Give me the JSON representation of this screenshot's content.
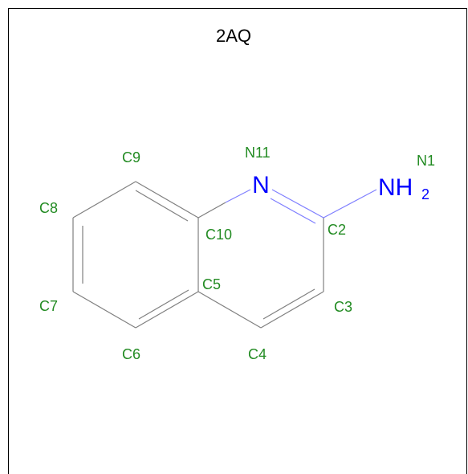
{
  "title": "2AQ",
  "colors": {
    "label": "#228b22",
    "nitrogen": "#0000ff",
    "bond": "#808080",
    "bond_nitrogen": "#8080ff",
    "frame": "#000000"
  },
  "hetero_atoms": {
    "ring_n": "N",
    "amine_n": "NH",
    "amine_sub": "2"
  },
  "atom_labels": {
    "c9": "C9",
    "n11": "N11",
    "n1": "N1",
    "c8": "C8",
    "c10": "C10",
    "c2": "C2",
    "c5": "C5",
    "c7": "C7",
    "c3": "C3",
    "c6": "C6",
    "c4": "C4"
  }
}
